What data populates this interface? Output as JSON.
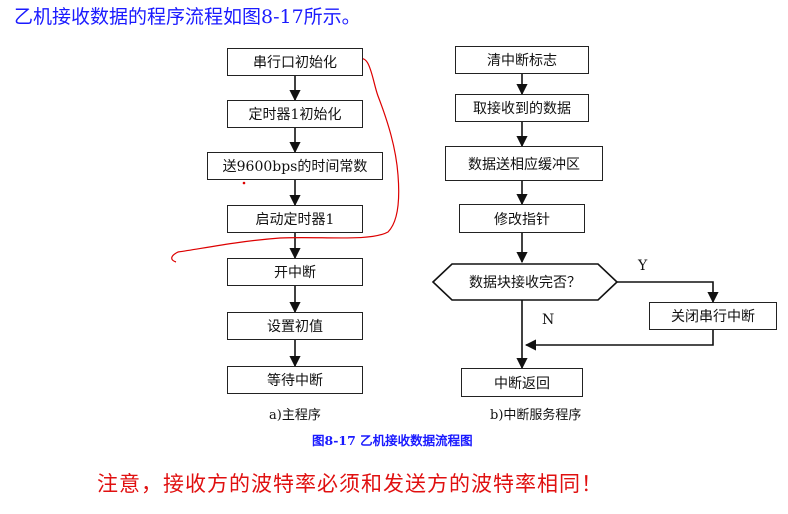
{
  "heading": "乙机接收数据的程序流程如图8-17所示。",
  "main_program": {
    "steps": [
      "串行口初始化",
      "定时器1初始化",
      "送9600bps的时间常数",
      "启动定时器1",
      "开中断",
      "设置初值",
      "等待中断"
    ],
    "caption": "a)主程序"
  },
  "isr": {
    "steps": [
      "清中断标志",
      "取接收到的数据",
      "数据送相应缓冲区",
      "修改指针"
    ],
    "decision": "数据块接收完否？",
    "yes_label": "Y",
    "no_label": "N",
    "yes_action": "关闭串行中断",
    "end": "中断返回",
    "caption": "b)中断服务程序"
  },
  "figure_caption": "图8-17 乙机接收数据流程图",
  "note": "注意，接收方的波特率必须和发送方的波特率相同！",
  "colors": {
    "heading": "#1a1aff",
    "note": "#e01010",
    "annotation": "#dd0000"
  }
}
